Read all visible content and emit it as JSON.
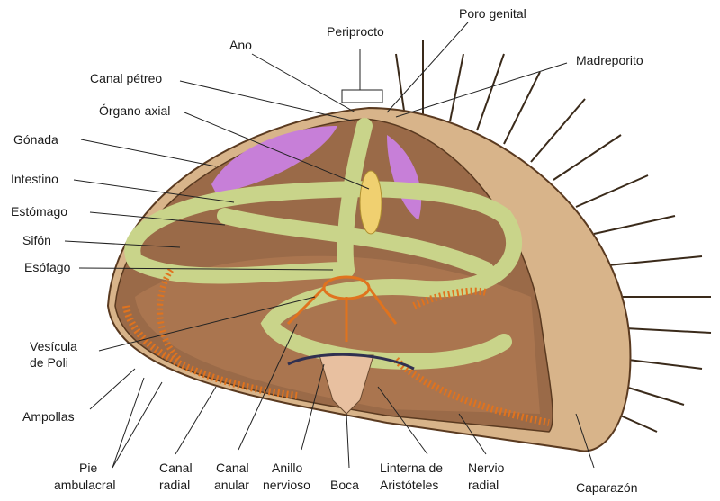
{
  "title": "Anatomía del erizo de mar",
  "labels": {
    "periprocto": "Periprocto",
    "poro_genital": "Poro genital",
    "ano": "Ano",
    "madreporito": "Madreporito",
    "canal_petreo": "Canal pétreo",
    "organo_axial": "Órgano axial",
    "gonada": "Gónada",
    "intestino": "Intestino",
    "estomago": "Estómago",
    "sifon": "Sifón",
    "esofago": "Esófago",
    "vesicula_1": "Vesícula",
    "vesicula_2": "de Poli",
    "ampollas": "Ampollas",
    "pie_1": "Pie",
    "pie_2": "ambulacral",
    "canal_radial_1": "Canal",
    "canal_radial_2": "radial",
    "canal_anular_1": "Canal",
    "canal_anular_2": "anular",
    "anillo_1": "Anillo",
    "anillo_2": "nervioso",
    "boca": "Boca",
    "linterna_1": "Linterna de",
    "linterna_2": "Aristóteles",
    "nervio_1": "Nervio",
    "nervio_2": "radial",
    "caparazon": "Caparazón"
  },
  "colors": {
    "shell": "#d8b48a",
    "cavity": "#9a6a48",
    "gut": "#c9d48a",
    "gonad": "#c77fd8",
    "canal": "#e0731e"
  }
}
